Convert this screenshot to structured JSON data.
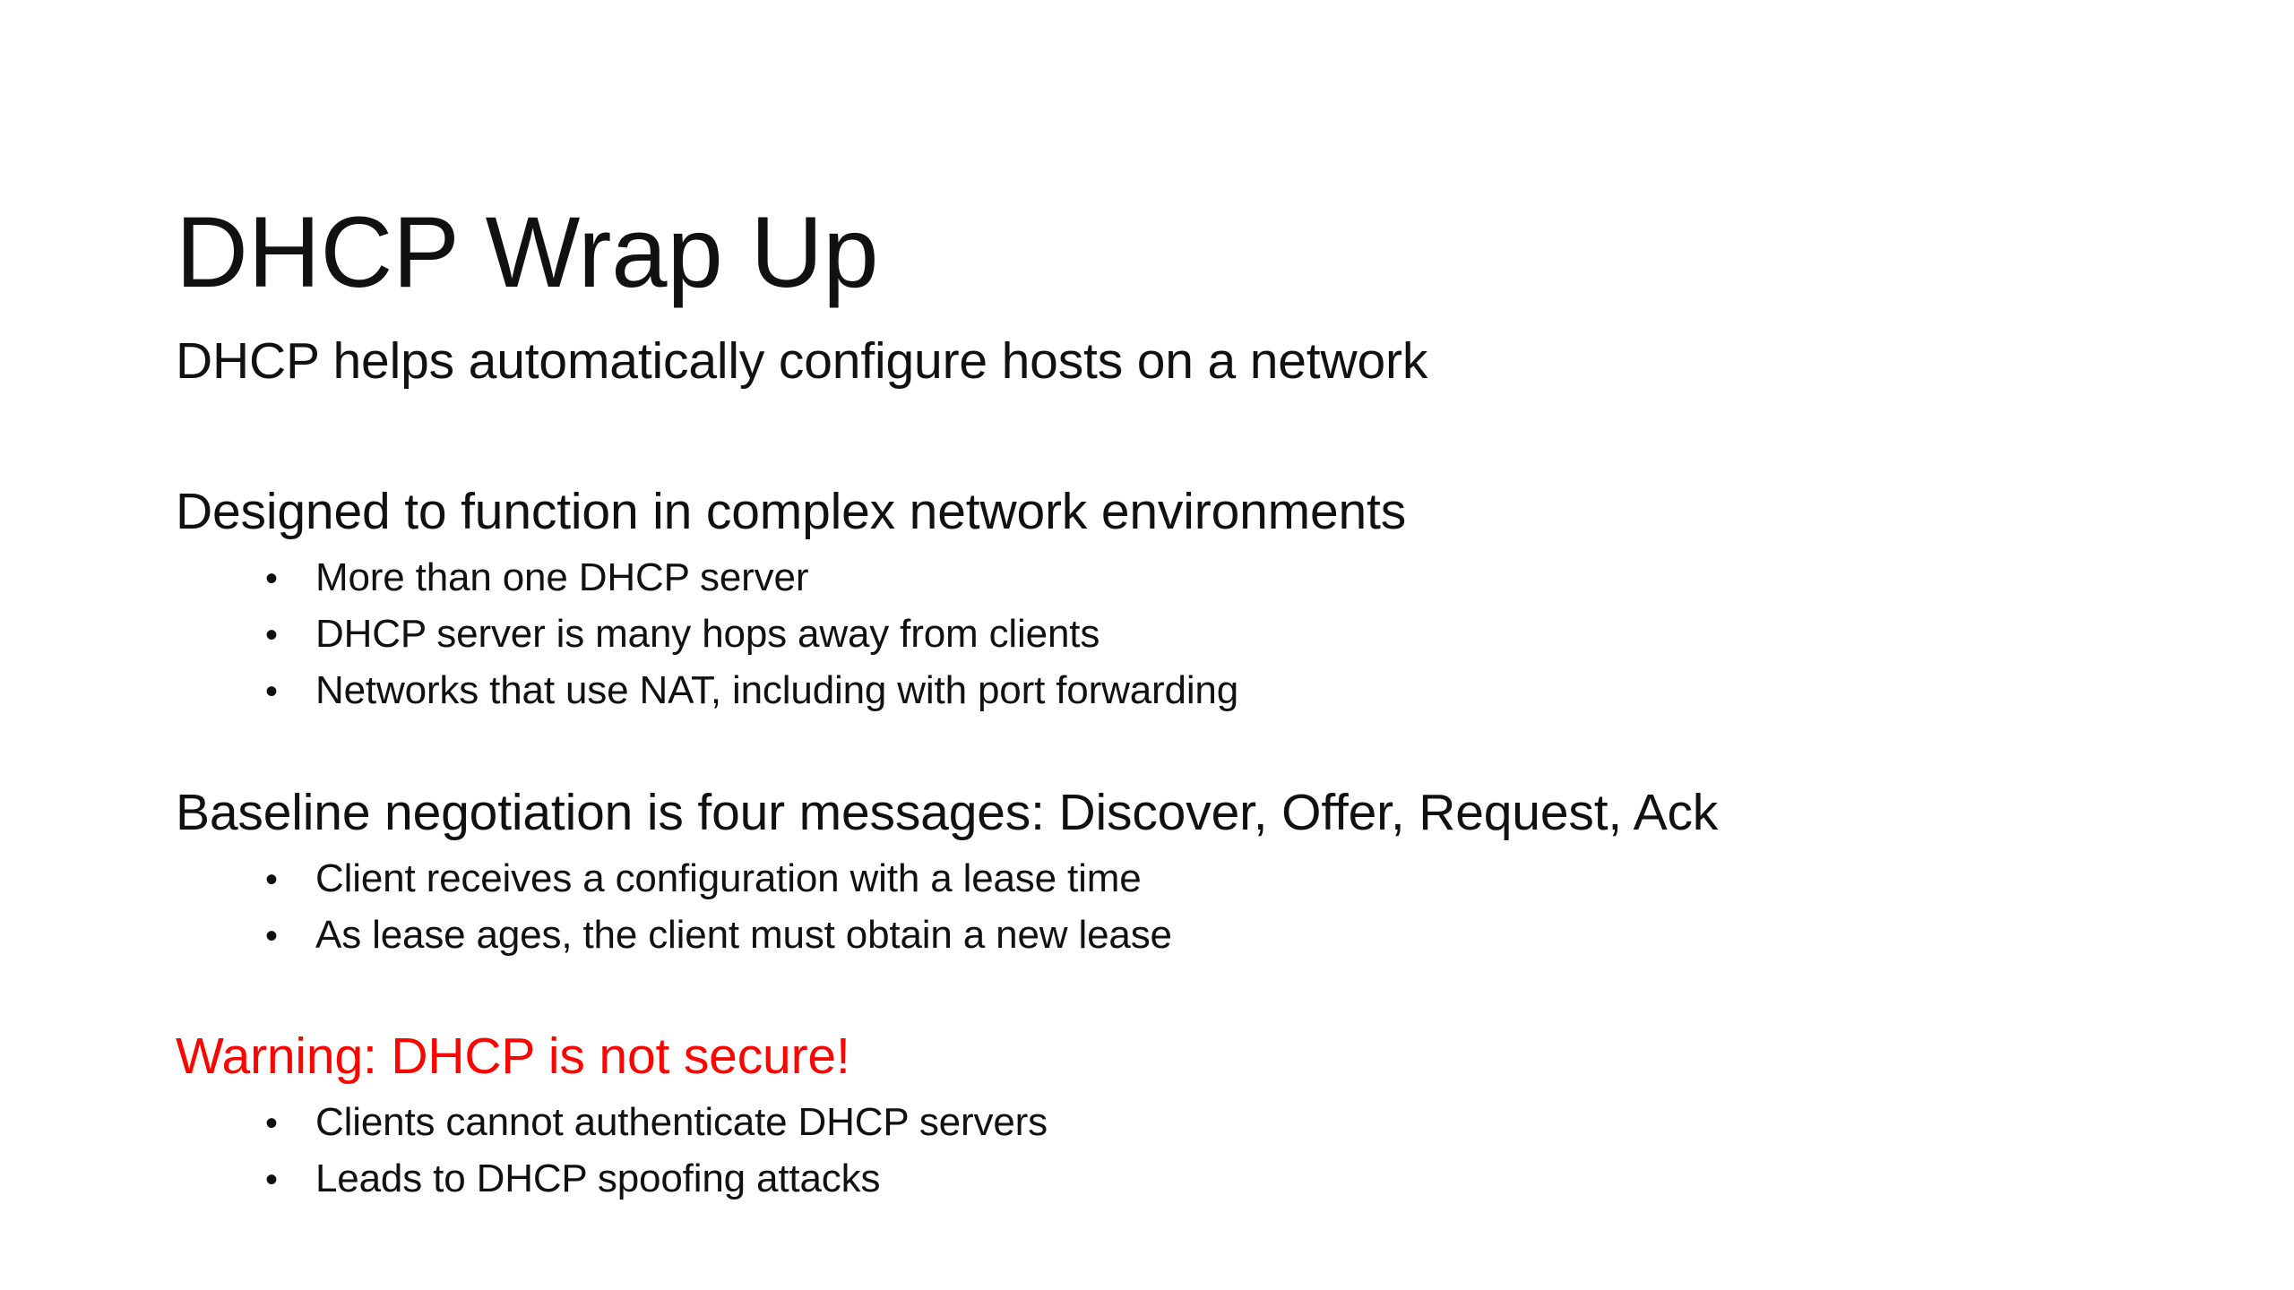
{
  "slide": {
    "title": "DHCP Wrap Up",
    "bullet_char": "•",
    "colors": {
      "background": "#FFFFFF",
      "text": "#111111",
      "warning_red": "#FB0500"
    },
    "sections": [
      {
        "heading": "DHCP helps automatically configure hosts on a network",
        "bullets": []
      },
      {
        "heading": "Designed to function in complex network environments",
        "bullets": [
          "More than one DHCP server",
          "DHCP server is many hops away from clients",
          "Networks that use NAT, including with port forwarding"
        ]
      },
      {
        "heading": "Baseline negotiation is four messages: Discover, Offer, Request, Ack",
        "bullets": [
          "Client receives a configuration with a lease time",
          "As lease ages, the client must obtain a new lease"
        ]
      },
      {
        "heading": "Warning: DHCP is not secure!",
        "warning": true,
        "bullets": [
          "Clients cannot authenticate DHCP servers",
          "Leads to DHCP spoofing attacks"
        ]
      }
    ]
  }
}
